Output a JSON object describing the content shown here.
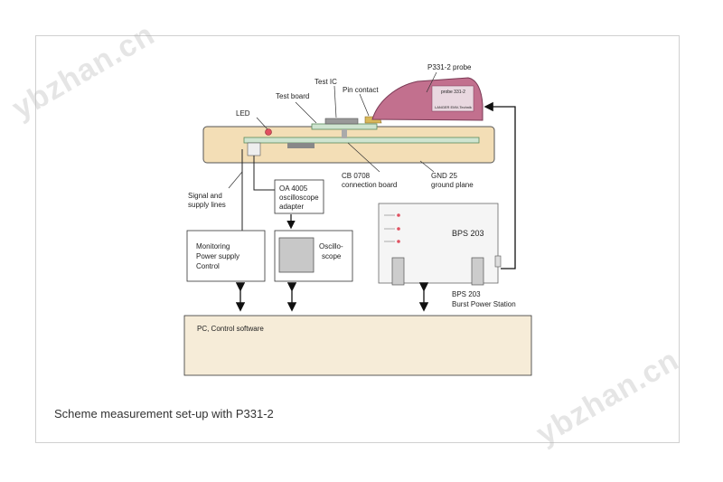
{
  "watermark": "ybzhan.cn",
  "caption": "Scheme measurement set-up with P331-2",
  "labels": {
    "probe": "P331-2 probe",
    "test_ic": "Test IC",
    "test_board": "Test board",
    "pin_contact": "Pin contact",
    "led": "LED",
    "cb_line1": "CB 0708",
    "cb_line2": "connection board",
    "gnd_line1": "GND 25",
    "gnd_line2": "ground plane",
    "signal_line1": "Signal and",
    "signal_line2": "supply lines",
    "oa_line1": "OA 4005",
    "oa_line2": "oscilloscope",
    "oa_line3": "adapter",
    "mon_line1": "Monitoring",
    "mon_line2": "Power supply",
    "mon_line3": "Control",
    "osc_line1": "Oscillo-",
    "osc_line2": "scope",
    "bps_title": "BPS 203",
    "bps_line1": "BPS 203",
    "bps_line2": "Burst Power Station",
    "pc": "PC, Control software",
    "probe_tag1": "probe 331-2",
    "probe_tag2": "LANGER EMV-Technik"
  },
  "colors": {
    "ground_plane_fill": "#f3deb6",
    "probe_fill": "#c2708e",
    "board_green": "#cfe4d0",
    "pc_fill": "#f6ecd8",
    "bps_fill": "#f5f5f5",
    "led_red": "#e05060"
  }
}
